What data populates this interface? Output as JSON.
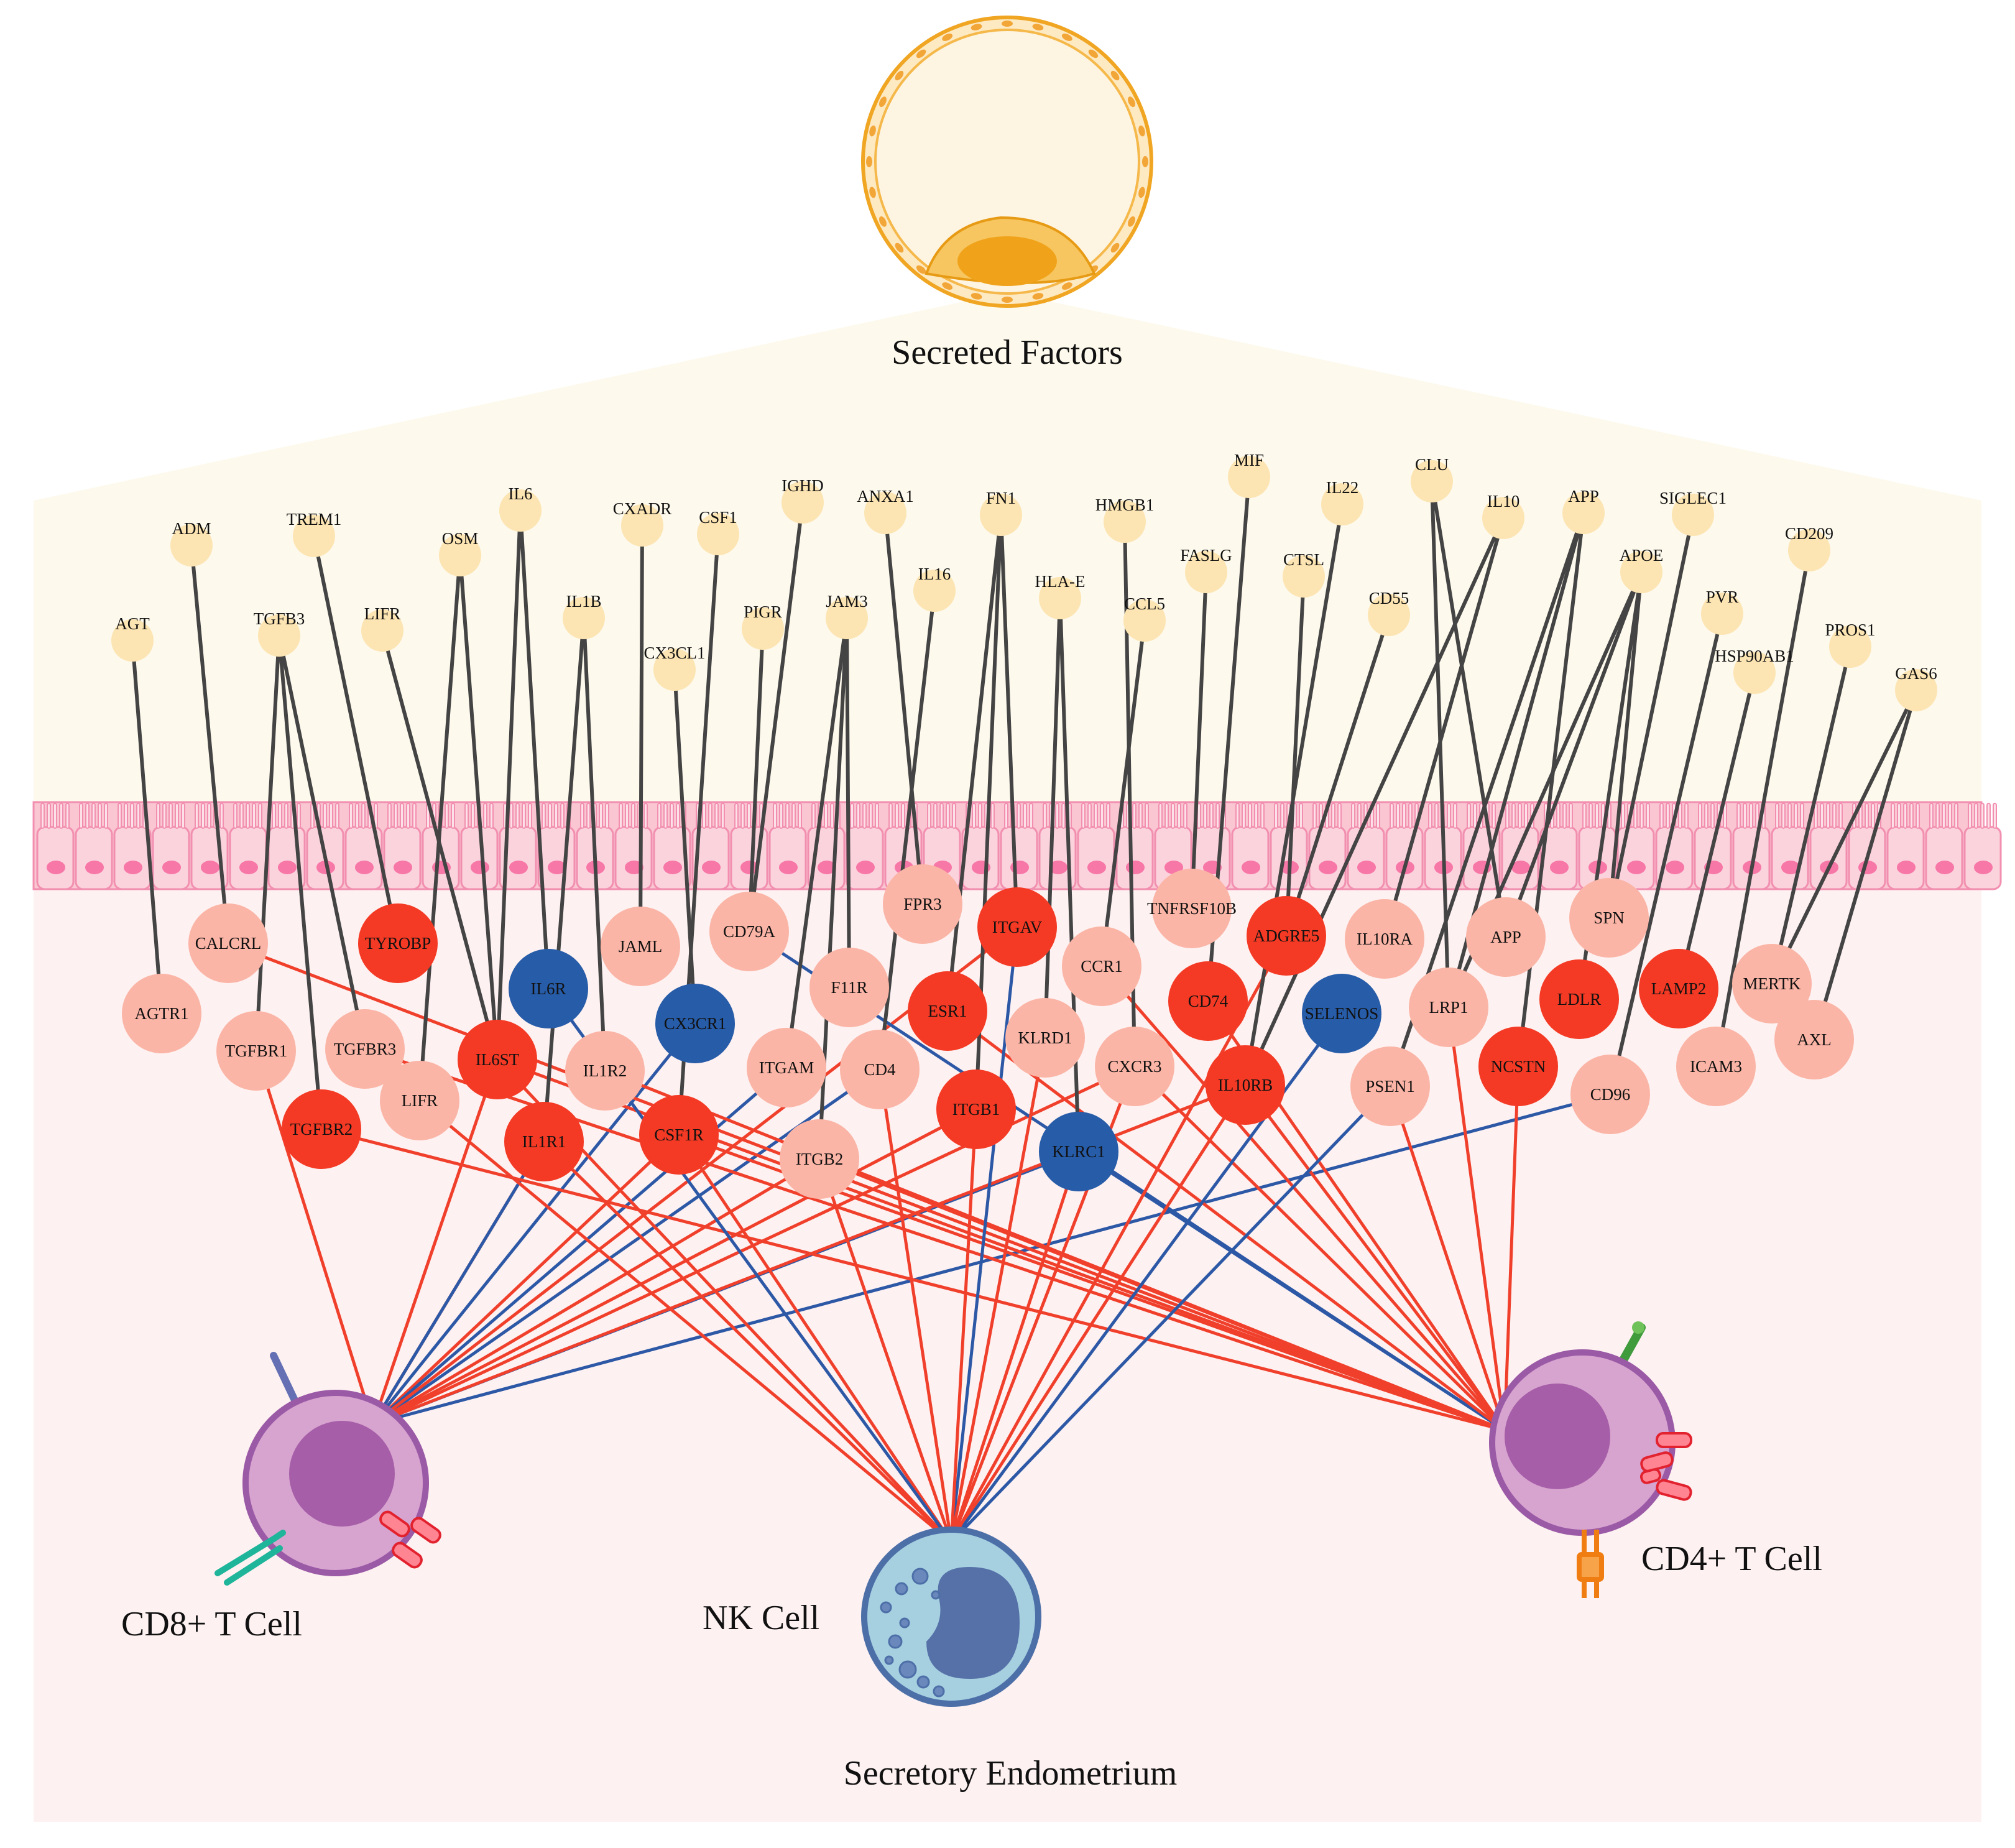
{
  "labels": {
    "secreted_factors": "Secreted Factors",
    "tissue": "Secretory Endometrium",
    "cd8": "CD8+ T Cell",
    "nk": "NK Cell",
    "cd4": "CD4+ T Cell"
  },
  "colors": {
    "ligand_fill": "#fde5b3",
    "receptor_light": "#fbb5a6",
    "receptor_strong": "#f43a24",
    "receptor_blue": "#275ca8",
    "edge_red": "#f0402c",
    "edge_blue": "#2d58a6",
    "edge_dark": "#444444",
    "upper_bg": "#fdf9ec",
    "lower_bg": "#fdf1f1",
    "epithelium": "#f9c6d2"
  },
  "ligands": [
    {
      "id": "AGT",
      "label": "AGT"
    },
    {
      "id": "ADM",
      "label": "ADM"
    },
    {
      "id": "TREM1",
      "label": "TREM1"
    },
    {
      "id": "TGFB3",
      "label": "TGFB3"
    },
    {
      "id": "LIFR_L",
      "label": "LIFR"
    },
    {
      "id": "OSM",
      "label": "OSM"
    },
    {
      "id": "IL6",
      "label": "IL6"
    },
    {
      "id": "IL1B",
      "label": "IL1B"
    },
    {
      "id": "CXADR",
      "label": "CXADR"
    },
    {
      "id": "CSF1",
      "label": "CSF1"
    },
    {
      "id": "CX3CL1",
      "label": "CX3CL1"
    },
    {
      "id": "IGHD",
      "label": "IGHD"
    },
    {
      "id": "PIGR",
      "label": "PIGR"
    },
    {
      "id": "JAM3",
      "label": "JAM3"
    },
    {
      "id": "ANXA1",
      "label": "ANXA1"
    },
    {
      "id": "IL16",
      "label": "IL16"
    },
    {
      "id": "FN1",
      "label": "FN1"
    },
    {
      "id": "HMGB1",
      "label": "HMGB1"
    },
    {
      "id": "HLAE",
      "label": "HLA-E"
    },
    {
      "id": "CCL5",
      "label": "CCL5"
    },
    {
      "id": "MIF",
      "label": "MIF"
    },
    {
      "id": "FASLG",
      "label": "FASLG"
    },
    {
      "id": "IL22",
      "label": "IL22"
    },
    {
      "id": "CTSL",
      "label": "CTSL"
    },
    {
      "id": "CLU",
      "label": "CLU"
    },
    {
      "id": "CD55",
      "label": "CD55"
    },
    {
      "id": "IL10",
      "label": "IL10"
    },
    {
      "id": "APP_L",
      "label": "APP"
    },
    {
      "id": "APOE",
      "label": "APOE"
    },
    {
      "id": "SIGLEC1",
      "label": "SIGLEC1"
    },
    {
      "id": "PVR",
      "label": "PVR"
    },
    {
      "id": "HSP90AB1",
      "label": "HSP90AB1"
    },
    {
      "id": "CD209",
      "label": "CD209"
    },
    {
      "id": "PROS1",
      "label": "PROS1"
    },
    {
      "id": "GAS6",
      "label": "GAS6"
    }
  ],
  "receptors": [
    {
      "id": "AGTR1",
      "label": "AGTR1",
      "level": "light"
    },
    {
      "id": "CALCRL",
      "label": "CALCRL",
      "level": "light"
    },
    {
      "id": "TGFBR1",
      "label": "TGFBR1",
      "level": "light"
    },
    {
      "id": "TGFBR3",
      "label": "TGFBR3",
      "level": "light"
    },
    {
      "id": "TGFBR2",
      "label": "TGFBR2",
      "level": "strong"
    },
    {
      "id": "TYROBP",
      "label": "TYROBP",
      "level": "strong"
    },
    {
      "id": "LIFR_R",
      "label": "LIFR",
      "level": "light"
    },
    {
      "id": "IL6ST",
      "label": "IL6ST",
      "level": "strong"
    },
    {
      "id": "IL6R",
      "label": "IL6R",
      "level": "blue"
    },
    {
      "id": "IL1R1",
      "label": "IL1R1",
      "level": "strong"
    },
    {
      "id": "IL1R2",
      "label": "IL1R2",
      "level": "light"
    },
    {
      "id": "JAML",
      "label": "JAML",
      "level": "light"
    },
    {
      "id": "CX3CR1",
      "label": "CX3CR1",
      "level": "blue"
    },
    {
      "id": "CSF1R",
      "label": "CSF1R",
      "level": "strong"
    },
    {
      "id": "CD79A",
      "label": "CD79A",
      "level": "light"
    },
    {
      "id": "ITGAM",
      "label": "ITGAM",
      "level": "light"
    },
    {
      "id": "F11R",
      "label": "F11R",
      "level": "light"
    },
    {
      "id": "ITGB2",
      "label": "ITGB2",
      "level": "light"
    },
    {
      "id": "FPR3",
      "label": "FPR3",
      "level": "light"
    },
    {
      "id": "CD4",
      "label": "CD4",
      "level": "light"
    },
    {
      "id": "ITGAV",
      "label": "ITGAV",
      "level": "strong"
    },
    {
      "id": "ESR1",
      "label": "ESR1",
      "level": "strong"
    },
    {
      "id": "ITGB1",
      "label": "ITGB1",
      "level": "strong"
    },
    {
      "id": "KLRD1",
      "label": "KLRD1",
      "level": "light"
    },
    {
      "id": "CCR1",
      "label": "CCR1",
      "level": "light"
    },
    {
      "id": "KLRC1",
      "label": "KLRC1",
      "level": "blue"
    },
    {
      "id": "CXCR3",
      "label": "CXCR3",
      "level": "light"
    },
    {
      "id": "TNFRSF10B",
      "label": "TNFRSF10B",
      "level": "light"
    },
    {
      "id": "CD74",
      "label": "CD74",
      "level": "strong"
    },
    {
      "id": "ADGRE5",
      "label": "ADGRE5",
      "level": "strong"
    },
    {
      "id": "IL10RB",
      "label": "IL10RB",
      "level": "strong"
    },
    {
      "id": "SELENOS",
      "label": "SELENOS",
      "level": "blue"
    },
    {
      "id": "IL10RA",
      "label": "IL10RA",
      "level": "light"
    },
    {
      "id": "LRP1",
      "label": "LRP1",
      "level": "light"
    },
    {
      "id": "PSEN1",
      "label": "PSEN1",
      "level": "light"
    },
    {
      "id": "APP_R",
      "label": "APP",
      "level": "light"
    },
    {
      "id": "NCSTN",
      "label": "NCSTN",
      "level": "strong"
    },
    {
      "id": "LDLR",
      "label": "LDLR",
      "level": "strong"
    },
    {
      "id": "SPN",
      "label": "SPN",
      "level": "light"
    },
    {
      "id": "CD96",
      "label": "CD96",
      "level": "light"
    },
    {
      "id": "LAMP2",
      "label": "LAMP2",
      "level": "strong"
    },
    {
      "id": "ICAM3",
      "label": "ICAM3",
      "level": "light"
    },
    {
      "id": "MERTK",
      "label": "MERTK",
      "level": "light"
    },
    {
      "id": "AXL",
      "label": "AXL",
      "level": "light"
    }
  ],
  "ligand_receptor_links": [
    [
      "AGT",
      "AGTR1"
    ],
    [
      "ADM",
      "CALCRL"
    ],
    [
      "TREM1",
      "TYROBP"
    ],
    [
      "TGFB3",
      "TGFBR1"
    ],
    [
      "TGFB3",
      "TGFBR2"
    ],
    [
      "TGFB3",
      "TGFBR3"
    ],
    [
      "LIFR_L",
      "IL6ST"
    ],
    [
      "OSM",
      "IL6ST"
    ],
    [
      "OSM",
      "LIFR_R"
    ],
    [
      "IL6",
      "IL6R"
    ],
    [
      "IL6",
      "IL6ST"
    ],
    [
      "IL1B",
      "IL1R1"
    ],
    [
      "IL1B",
      "IL1R2"
    ],
    [
      "CXADR",
      "JAML"
    ],
    [
      "CSF1",
      "CSF1R"
    ],
    [
      "CX3CL1",
      "CX3CR1"
    ],
    [
      "IGHD",
      "CD79A"
    ],
    [
      "PIGR",
      "CD79A"
    ],
    [
      "JAM3",
      "ITGAM"
    ],
    [
      "JAM3",
      "F11R"
    ],
    [
      "JAM3",
      "ITGB2"
    ],
    [
      "ANXA1",
      "FPR3"
    ],
    [
      "IL16",
      "CD4"
    ],
    [
      "FN1",
      "ITGAV"
    ],
    [
      "FN1",
      "ESR1"
    ],
    [
      "FN1",
      "ITGB1"
    ],
    [
      "HMGB1",
      "CXCR3"
    ],
    [
      "HLAE",
      "KLRD1"
    ],
    [
      "HLAE",
      "KLRC1"
    ],
    [
      "CCL5",
      "CCR1"
    ],
    [
      "MIF",
      "CD74"
    ],
    [
      "FASLG",
      "TNFRSF10B"
    ],
    [
      "IL22",
      "IL10RB"
    ],
    [
      "CTSL",
      "ADGRE5"
    ],
    [
      "CLU",
      "LRP1"
    ],
    [
      "CLU",
      "APP_R"
    ],
    [
      "CD55",
      "ADGRE5"
    ],
    [
      "IL10",
      "IL10RA"
    ],
    [
      "IL10",
      "IL10RB"
    ],
    [
      "APP_L",
      "LRP1"
    ],
    [
      "APP_L",
      "PSEN1"
    ],
    [
      "APP_L",
      "NCSTN"
    ],
    [
      "APOE",
      "LRP1"
    ],
    [
      "APOE",
      "LDLR"
    ],
    [
      "APOE",
      "APP_R"
    ],
    [
      "APOE",
      "SPN"
    ],
    [
      "SIGLEC1",
      "SPN"
    ],
    [
      "PVR",
      "CD96"
    ],
    [
      "HSP90AB1",
      "LAMP2"
    ],
    [
      "CD209",
      "ICAM3"
    ],
    [
      "PROS1",
      "MERTK"
    ],
    [
      "GAS6",
      "MERTK"
    ],
    [
      "GAS6",
      "AXL"
    ]
  ],
  "receptor_cell_links": [
    [
      "TGFBR1",
      "CD8",
      "red"
    ],
    [
      "IL6ST",
      "CD8",
      "red"
    ],
    [
      "IL1R1",
      "CD8",
      "red"
    ],
    [
      "IL1R1",
      "CD8",
      "blue"
    ],
    [
      "CX3CR1",
      "CD8",
      "blue"
    ],
    [
      "CSF1R",
      "CD8",
      "red"
    ],
    [
      "CD4",
      "CD8",
      "blue"
    ],
    [
      "ITGAM",
      "CD8",
      "blue"
    ],
    [
      "ITGB2",
      "CD8",
      "red"
    ],
    [
      "ITGAV",
      "CD8",
      "red"
    ],
    [
      "ITGB1",
      "CD8",
      "red"
    ],
    [
      "KLRC1",
      "CD8",
      "blue"
    ],
    [
      "IL10RB",
      "CD8",
      "red"
    ],
    [
      "CD96",
      "CD8",
      "blue"
    ],
    [
      "CXCR3",
      "CD8",
      "red"
    ],
    [
      "CALCRL",
      "CD4",
      "red"
    ],
    [
      "TGFBR3",
      "CD4",
      "red"
    ],
    [
      "IL6ST",
      "CD4",
      "red"
    ],
    [
      "TGFBR2",
      "CD4",
      "red"
    ],
    [
      "IL1R2",
      "CD4",
      "red"
    ],
    [
      "CSF1R",
      "CD4",
      "red"
    ],
    [
      "ITGB2",
      "CD4",
      "red"
    ],
    [
      "CD79A",
      "CD4",
      "blue"
    ],
    [
      "KLRC1",
      "CD4",
      "blue"
    ],
    [
      "CCR1",
      "CD4",
      "red"
    ],
    [
      "CXCR3",
      "CD4",
      "red"
    ],
    [
      "IL10RB",
      "CD4",
      "red"
    ],
    [
      "PSEN1",
      "CD4",
      "red"
    ],
    [
      "NCSTN",
      "CD4",
      "red"
    ],
    [
      "LRP1",
      "CD4",
      "red"
    ],
    [
      "ESR1",
      "CD4",
      "red"
    ],
    [
      "CD74",
      "CD4",
      "red"
    ],
    [
      "LIFR_R",
      "NK",
      "red"
    ],
    [
      "IL1R1",
      "NK",
      "red"
    ],
    [
      "IL6ST",
      "NK",
      "red"
    ],
    [
      "CSF1R",
      "NK",
      "red"
    ],
    [
      "ITGB2",
      "NK",
      "red"
    ],
    [
      "CD4",
      "NK",
      "red"
    ],
    [
      "ITGAV",
      "NK",
      "blue"
    ],
    [
      "ITGB1",
      "NK",
      "red"
    ],
    [
      "KLRD1",
      "NK",
      "red"
    ],
    [
      "KLRC1",
      "NK",
      "red"
    ],
    [
      "CXCR3",
      "NK",
      "red"
    ],
    [
      "IL10RB",
      "NK",
      "red"
    ],
    [
      "SELENOS",
      "NK",
      "blue"
    ],
    [
      "PSEN1",
      "NK",
      "blue"
    ],
    [
      "ADGRE5",
      "NK",
      "red"
    ],
    [
      "IL6R",
      "NK",
      "blue"
    ]
  ]
}
